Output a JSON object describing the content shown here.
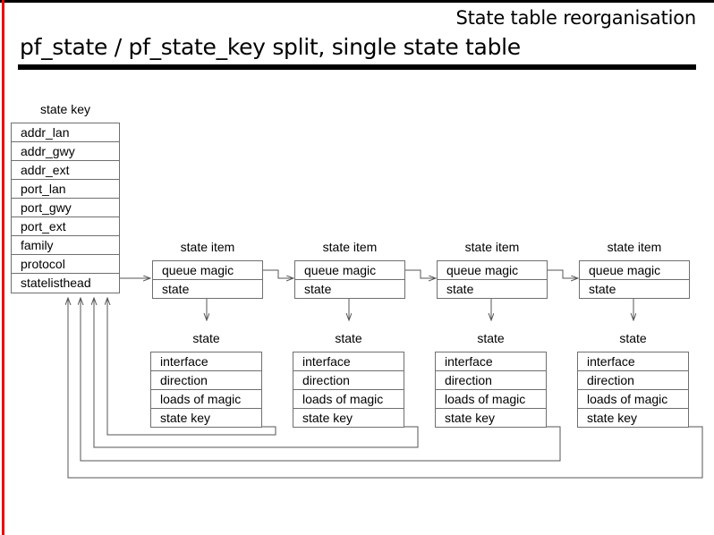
{
  "slide": {
    "kicker": "State table reorganisation",
    "title": "pf_state / pf_state_key split, single state table"
  },
  "colors": {
    "accent_stripe": "#ee0000",
    "rule": "#000000",
    "box_border": "#6f6f6f",
    "wire": "#555555",
    "background": "#ffffff"
  },
  "state_key": {
    "caption": "state key",
    "fields": [
      "addr_lan",
      "addr_gwy",
      "addr_ext",
      "port_lan",
      "port_gwy",
      "port_ext",
      "family",
      "protocol",
      "statelisthead"
    ]
  },
  "state_items": [
    {
      "caption": "state item",
      "fields": [
        "queue magic",
        "state"
      ]
    },
    {
      "caption": "state item",
      "fields": [
        "queue magic",
        "state"
      ]
    },
    {
      "caption": "state item",
      "fields": [
        "queue magic",
        "state"
      ]
    },
    {
      "caption": "state item",
      "fields": [
        "queue magic",
        "state"
      ]
    }
  ],
  "states": [
    {
      "caption": "state",
      "fields": [
        "interface",
        "direction",
        "loads of magic",
        "state key"
      ]
    },
    {
      "caption": "state",
      "fields": [
        "interface",
        "direction",
        "loads of magic",
        "state key"
      ]
    },
    {
      "caption": "state",
      "fields": [
        "interface",
        "direction",
        "loads of magic",
        "state key"
      ]
    },
    {
      "caption": "state",
      "fields": [
        "interface",
        "direction",
        "loads of magic",
        "state key"
      ]
    }
  ]
}
